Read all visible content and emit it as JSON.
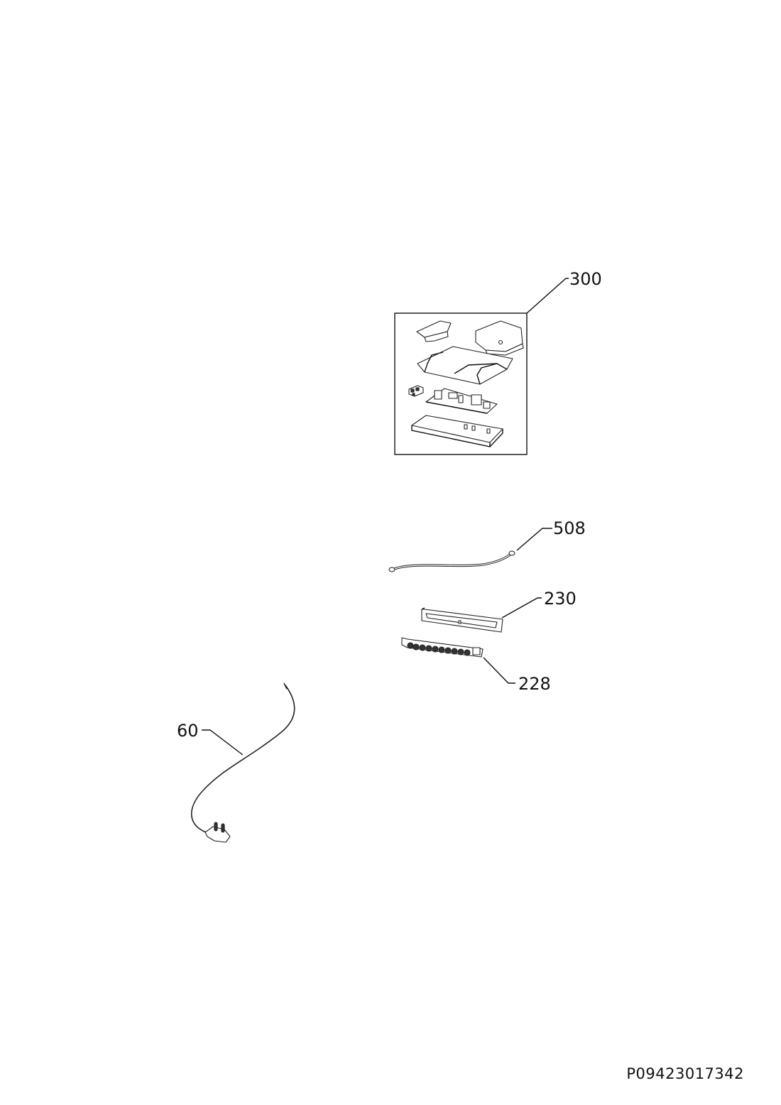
{
  "callouts": {
    "c300": "300",
    "c508": "508",
    "c230": "230",
    "c228": "228",
    "c60": "60"
  },
  "document_code": "P09423017342"
}
